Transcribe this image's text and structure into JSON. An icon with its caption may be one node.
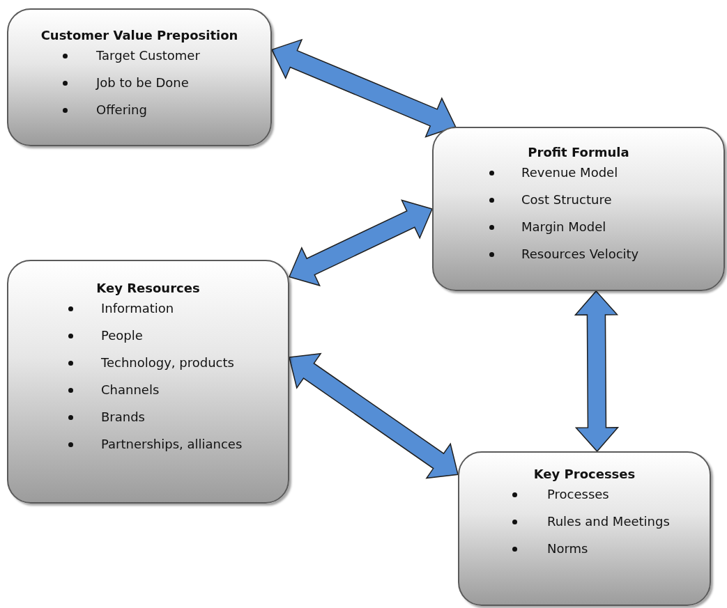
{
  "diagram": {
    "nodes": [
      {
        "text": [
          "Customer Value Preposition",
          "Target Customer",
          "Job to be Done",
          "Offering"
        ]
      },
      {
        "text": [
          "Profit Formula",
          "Revenue Model",
          "Cost Structure",
          "Margin Model",
          "Resources Velocity"
        ]
      },
      {
        "text": [
          "Key Resources",
          "Information",
          "People",
          "Technology, products",
          "Channels",
          "Brands",
          "Partnerships, alliances"
        ]
      },
      {
        "text": [
          "Key Processes",
          "Processes",
          "Rules and Meetings",
          "Norms"
        ]
      }
    ],
    "edges": [
      {
        "from": 0,
        "to": 1,
        "arrow": "both"
      },
      {
        "from": 2,
        "to": 1,
        "arrow": "both"
      },
      {
        "from": 2,
        "to": 3,
        "arrow": "both"
      },
      {
        "from": 1,
        "to": 3,
        "arrow": "both"
      }
    ]
  }
}
